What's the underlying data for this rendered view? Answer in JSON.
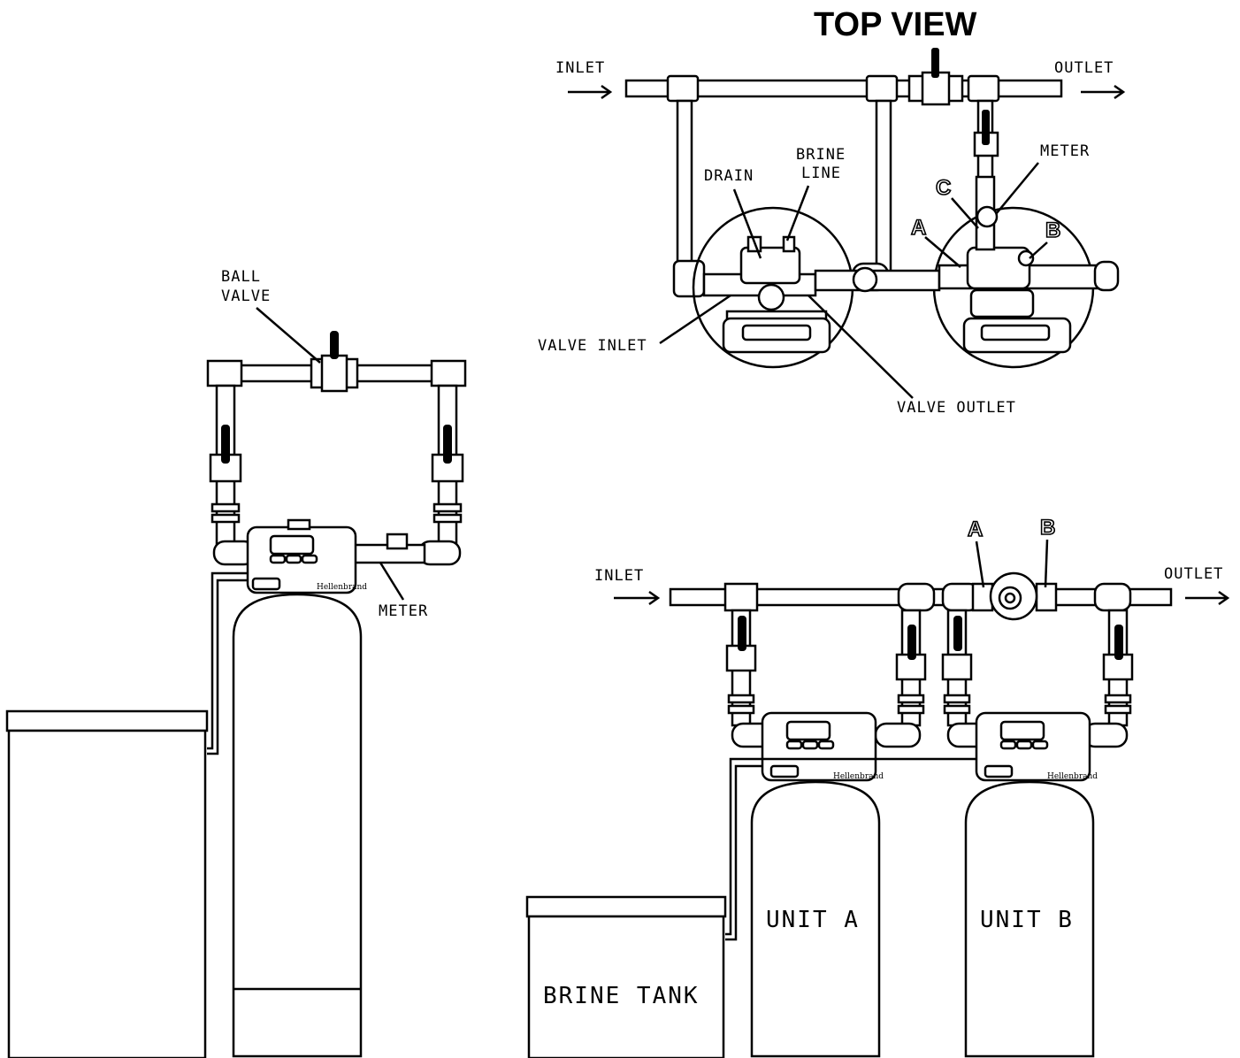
{
  "title": "TOP VIEW",
  "labels": {
    "top_inlet": "INLET",
    "top_outlet": "OUTLET",
    "drain": "DRAIN",
    "brine_line_1": "BRINE",
    "brine_line_2": "LINE",
    "meter_top": "METER",
    "marker_c": "C",
    "marker_a_top": "A",
    "marker_b_top": "B",
    "valve_inlet": "VALVE INLET",
    "valve_outlet": "VALVE OUTLET",
    "ball_valve_1": "BALL",
    "ball_valve_2": "VALVE",
    "meter_left": "METER",
    "bottom_inlet": "INLET",
    "bottom_outlet": "OUTLET",
    "marker_a_bottom": "A",
    "marker_b_bottom": "B",
    "unit_a": "UNIT  A",
    "unit_b": "UNIT  B",
    "brine_tank": "BRINE  TANK",
    "brand": "Hellenbrand"
  }
}
